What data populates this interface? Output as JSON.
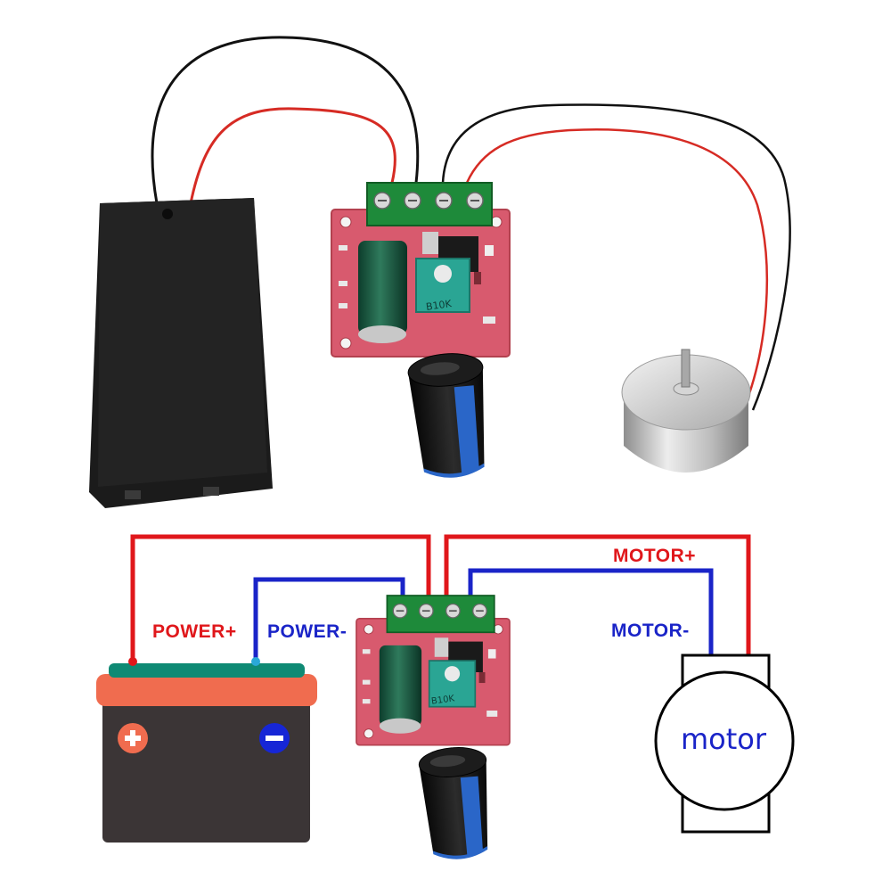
{
  "labels": {
    "power_plus": "POWER+",
    "power_minus": "POWER-",
    "motor_plus": "MOTOR+",
    "motor_minus": "MOTOR-",
    "motor": "motor"
  },
  "board": {
    "potentiometer_marking": "B10K"
  },
  "colors": {
    "positive_wire": "#e0171b",
    "negative_wire": "#1a24c8",
    "battery_body": "#3b3536",
    "battery_band": "#f06c4f",
    "battery_top": "#0f8a74",
    "plus_terminal": "#f06c4f",
    "minus_terminal": "#1626d6",
    "pcb": "#d85a6e",
    "terminal_block": "#1e8a3a",
    "pot": "#2aa594",
    "knob": "#141414",
    "knob_stripe": "#2a66c8",
    "motor_metal": "#c8c8c8"
  },
  "icons": [
    "plus-icon",
    "minus-icon"
  ]
}
